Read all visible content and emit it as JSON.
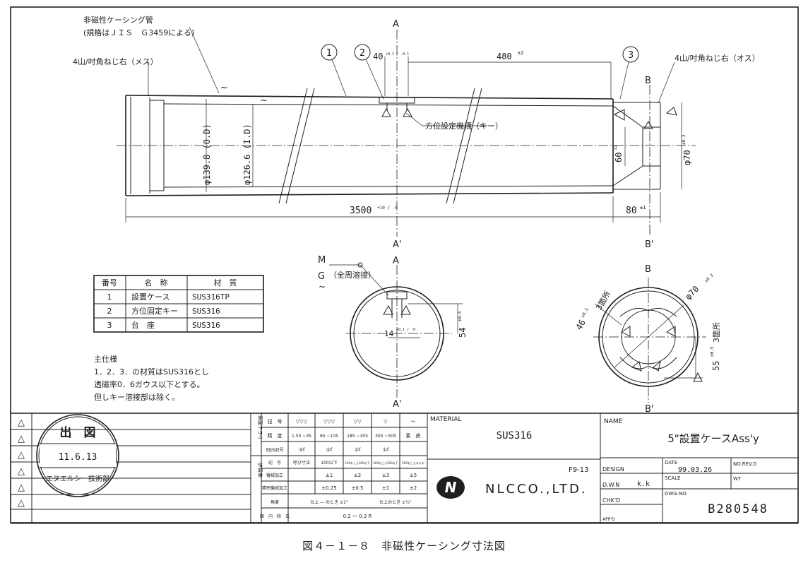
{
  "caption": "図４－１－８　非磁性ケーシング寸法図",
  "labels": {
    "casing_pipe": "非磁性ケーシング管",
    "casing_spec": "(規格はＪＩＳ　Ｇ3459による)",
    "thread_female": "4山/吋角ねじ右（メス）",
    "thread_male": "4山/吋角ねじ右（オス）",
    "key_label": "方位設定機構（キー）",
    "weld_note": "（全周溶接）",
    "count_3_a": "3箇所",
    "count_3_b": "3箇所"
  },
  "section_marks": {
    "a_top": "A",
    "a_bottom": "A'",
    "b_top": "B",
    "b_bottom": "B'",
    "a2_top": "A",
    "a2_bottom": "A'",
    "b2_top": "B",
    "b2_bottom": "B'"
  },
  "balloons": [
    "1",
    "2",
    "3"
  ],
  "dimensions": {
    "d40": "40",
    "d40_tol": "+0.1 / -0.1",
    "d480": "480",
    "d480_tol": "±2",
    "od": "φ139.8 (O.D)",
    "id": "φ126.6 (I.D)",
    "d60": "60",
    "d60_tol": "±2",
    "d70": "φ70",
    "d70_tol": "±0.3",
    "d3500": "3500",
    "d3500_tol": "+10 / -0",
    "d80": "80",
    "d80_tol": "±1",
    "d14": "14",
    "d14_tol": "+0.1 / -0",
    "d54": "54",
    "d54_tol": "±0.5",
    "d70b": "φ70",
    "d70b_tol": "±0.3",
    "d46": "46",
    "d46_tol": "±0.5",
    "d55": "55",
    "d55_tol": "±0.5",
    "wave": "~",
    "m": "M",
    "g": "G"
  },
  "parts_table": {
    "headers": [
      "番号",
      "名　称",
      "材　質"
    ],
    "rows": [
      [
        "1",
        "設置ケース",
        "SUS316TP"
      ],
      [
        "2",
        "方位固定キー",
        "SUS316"
      ],
      [
        "3",
        "台　座",
        "SUS316"
      ]
    ]
  },
  "spec_notes": {
    "title": "主仕様",
    "lines": [
      "1．2．3．の材質はSUS316とし",
      "透磁率0．6ガウス以下とする。",
      "但しキー溶接部は除く。"
    ]
  },
  "stamp": {
    "top": "出　図",
    "date": "11.6.13",
    "bottom": "エヌエルシー技術部"
  },
  "finish_table": {
    "side_top": "表面アラサ",
    "side_bottom": "許容差",
    "rows": [
      [
        "記　号",
        "▽▽▽",
        "▽▽▽",
        "▽▽",
        "▽",
        "～"
      ],
      [
        "精　度",
        "1.5S ~3S",
        "6S ~10S",
        "18S ~30S",
        "35S ~50S",
        "素　皮"
      ],
      [
        "旧JIS記号",
        "③f",
        "②f",
        "②f",
        "①f",
        ""
      ],
      [
        "記　号",
        "呼び寸法",
        "100以下",
        "100をこえ300以下",
        "300をこえ500以下",
        "500をこえるもの"
      ],
      [
        "機械加工",
        "",
        "±1",
        "±2",
        "±3",
        "±5"
      ],
      [
        "精密機械加工",
        "",
        "±0.25",
        "±0.5",
        "±1",
        "±2"
      ],
      [
        "角度",
        "",
        "仕上 ― のとき ±1°",
        "",
        "仕上のとき ±½°",
        ""
      ],
      [
        "面　内　除　去",
        "",
        "0.2 ～ 0.3 R",
        "",
        "",
        ""
      ]
    ]
  },
  "title_block": {
    "material_label": "MATERIAL",
    "material": "SUS316",
    "name_label": "NAME",
    "name": "5\"設置ケースAss'y",
    "code": "F9-13",
    "company": "NLCCO.,LTD.",
    "logo_letter": "N",
    "design_label": "DESIGN",
    "dwn_label": "D.W.N",
    "dwn_value": "k.k",
    "chkd_label": "CHK'D",
    "appd_label": "APP'D",
    "date_label": "DATE",
    "date_value": "99.03.26",
    "scale_label": "SCALE",
    "rev_label": "NO.REV.D",
    "wt_label": "WT",
    "dwg_label": "DWG.NO.",
    "dwg_no": "B280548"
  },
  "revision_mark": "△"
}
